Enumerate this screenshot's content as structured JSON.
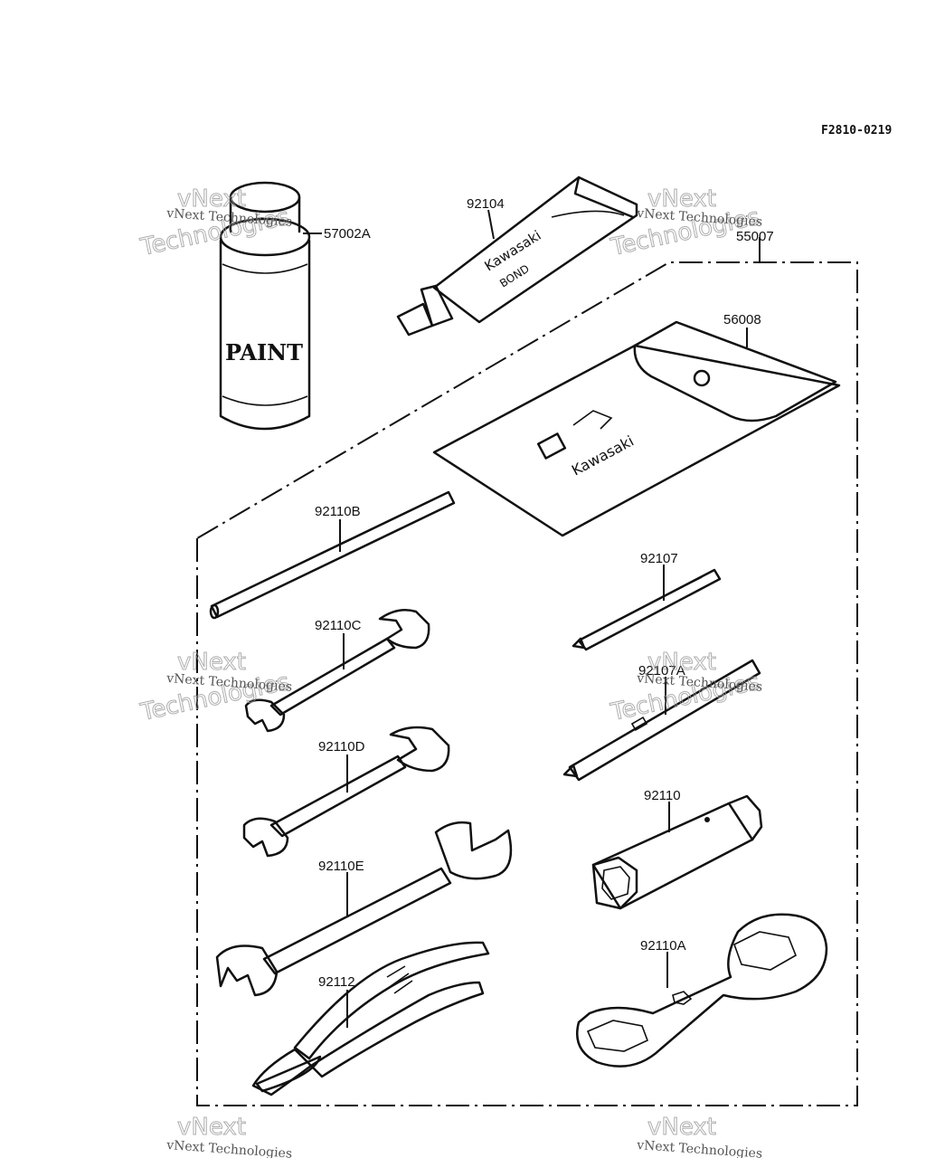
{
  "diagram_code": "F2810-0219",
  "watermark": {
    "line1": "vNext Technologies",
    "line2a": "vNext",
    "line2b": "Technologies"
  },
  "parts": {
    "paint_can": {
      "label": "57002A",
      "can_text": "PAINT"
    },
    "bond_tube": {
      "label": "92104",
      "brand": "Kawasaki",
      "sub": "BOND"
    },
    "tool_kit": {
      "label": "55007"
    },
    "tool_bag": {
      "label": "56008",
      "brand": "Kawasaki"
    },
    "bar": {
      "label": "92110B"
    },
    "wrench_c": {
      "label": "92110C"
    },
    "wrench_d": {
      "label": "92110D"
    },
    "wrench_e": {
      "label": "92110E"
    },
    "pliers": {
      "label": "92112"
    },
    "screwdriver": {
      "label": "92107"
    },
    "screwdriver_a": {
      "label": "92107A"
    },
    "plug_wrench": {
      "label": "92110"
    },
    "hex_wrench": {
      "label": "92110A"
    }
  }
}
